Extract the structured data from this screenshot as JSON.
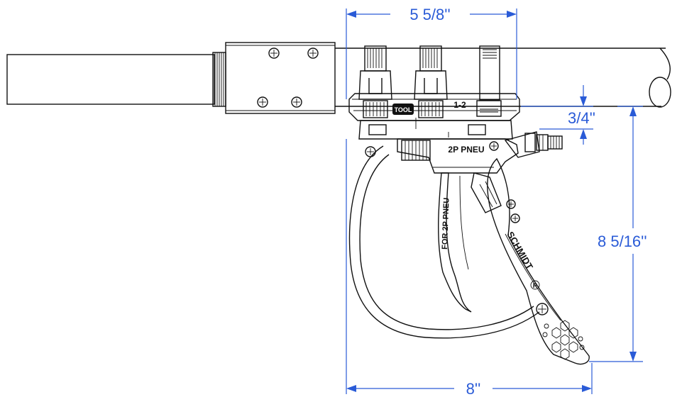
{
  "dimensions": {
    "top_width": "5 5/8''",
    "right_offset": "3/4''",
    "right_height": "8 5/16''",
    "bottom_width": "8''"
  },
  "labels": {
    "tool": "TOOL",
    "position": "1-2",
    "model": "2P PNEU",
    "trigger": "FOR 2P PNEU",
    "brand": "SCHMIDT"
  },
  "colors": {
    "dimension": "#2a5bd7",
    "line": "#111111",
    "background": "#ffffff"
  }
}
